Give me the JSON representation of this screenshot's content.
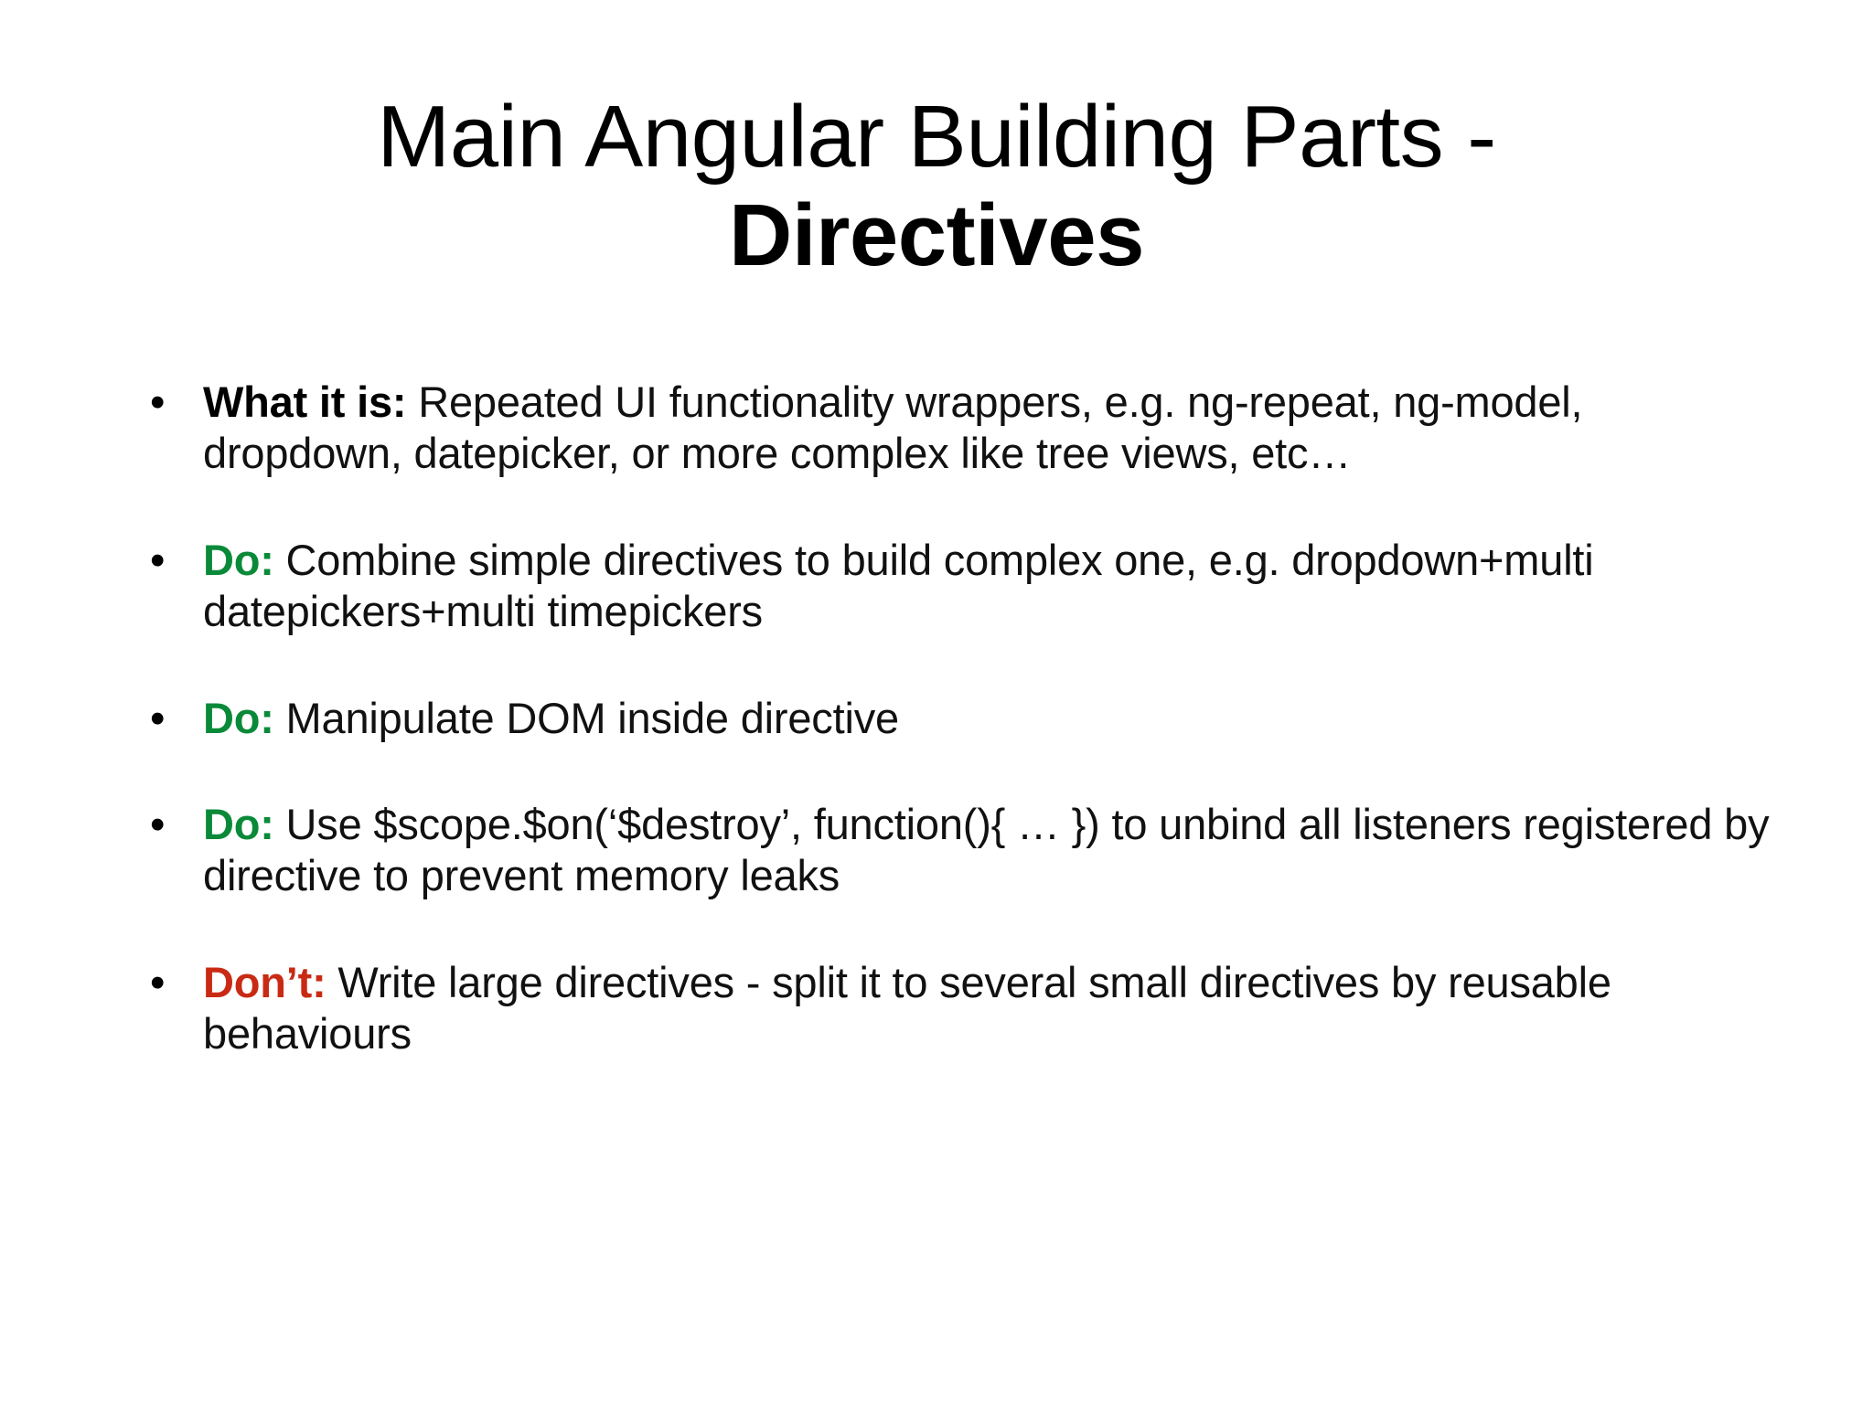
{
  "slide": {
    "title": {
      "line1": "Main Angular Building Parts -",
      "line2": "Directives"
    },
    "bullet_marker": "•",
    "colors": {
      "do_green": "#0a8a38",
      "dont_red": "#c92a14",
      "body_black": "#111111",
      "background": "#ffffff"
    },
    "bullets": [
      {
        "lead": "What it is:",
        "lead_style": "plain",
        "text": " Repeated UI functionality wrappers, e.g. ng-repeat, ng-model, dropdown, datepicker, or more complex like tree views, etc…"
      },
      {
        "lead": "Do:",
        "lead_style": "do",
        "text": " Combine simple directives to build complex one, e.g. dropdown+multi datepickers+multi timepickers"
      },
      {
        "lead": "Do:",
        "lead_style": "do",
        "text": " Manipulate DOM inside directive"
      },
      {
        "lead": "Do:",
        "lead_style": "do",
        "text": " Use $scope.$on(‘$destroy’, function(){ … }) to unbind all listeners registered by directive to prevent memory leaks"
      },
      {
        "lead": "Don’t:",
        "lead_style": "dont",
        "text": " Write large directives - split it to several small directives by reusable behaviours"
      }
    ]
  }
}
